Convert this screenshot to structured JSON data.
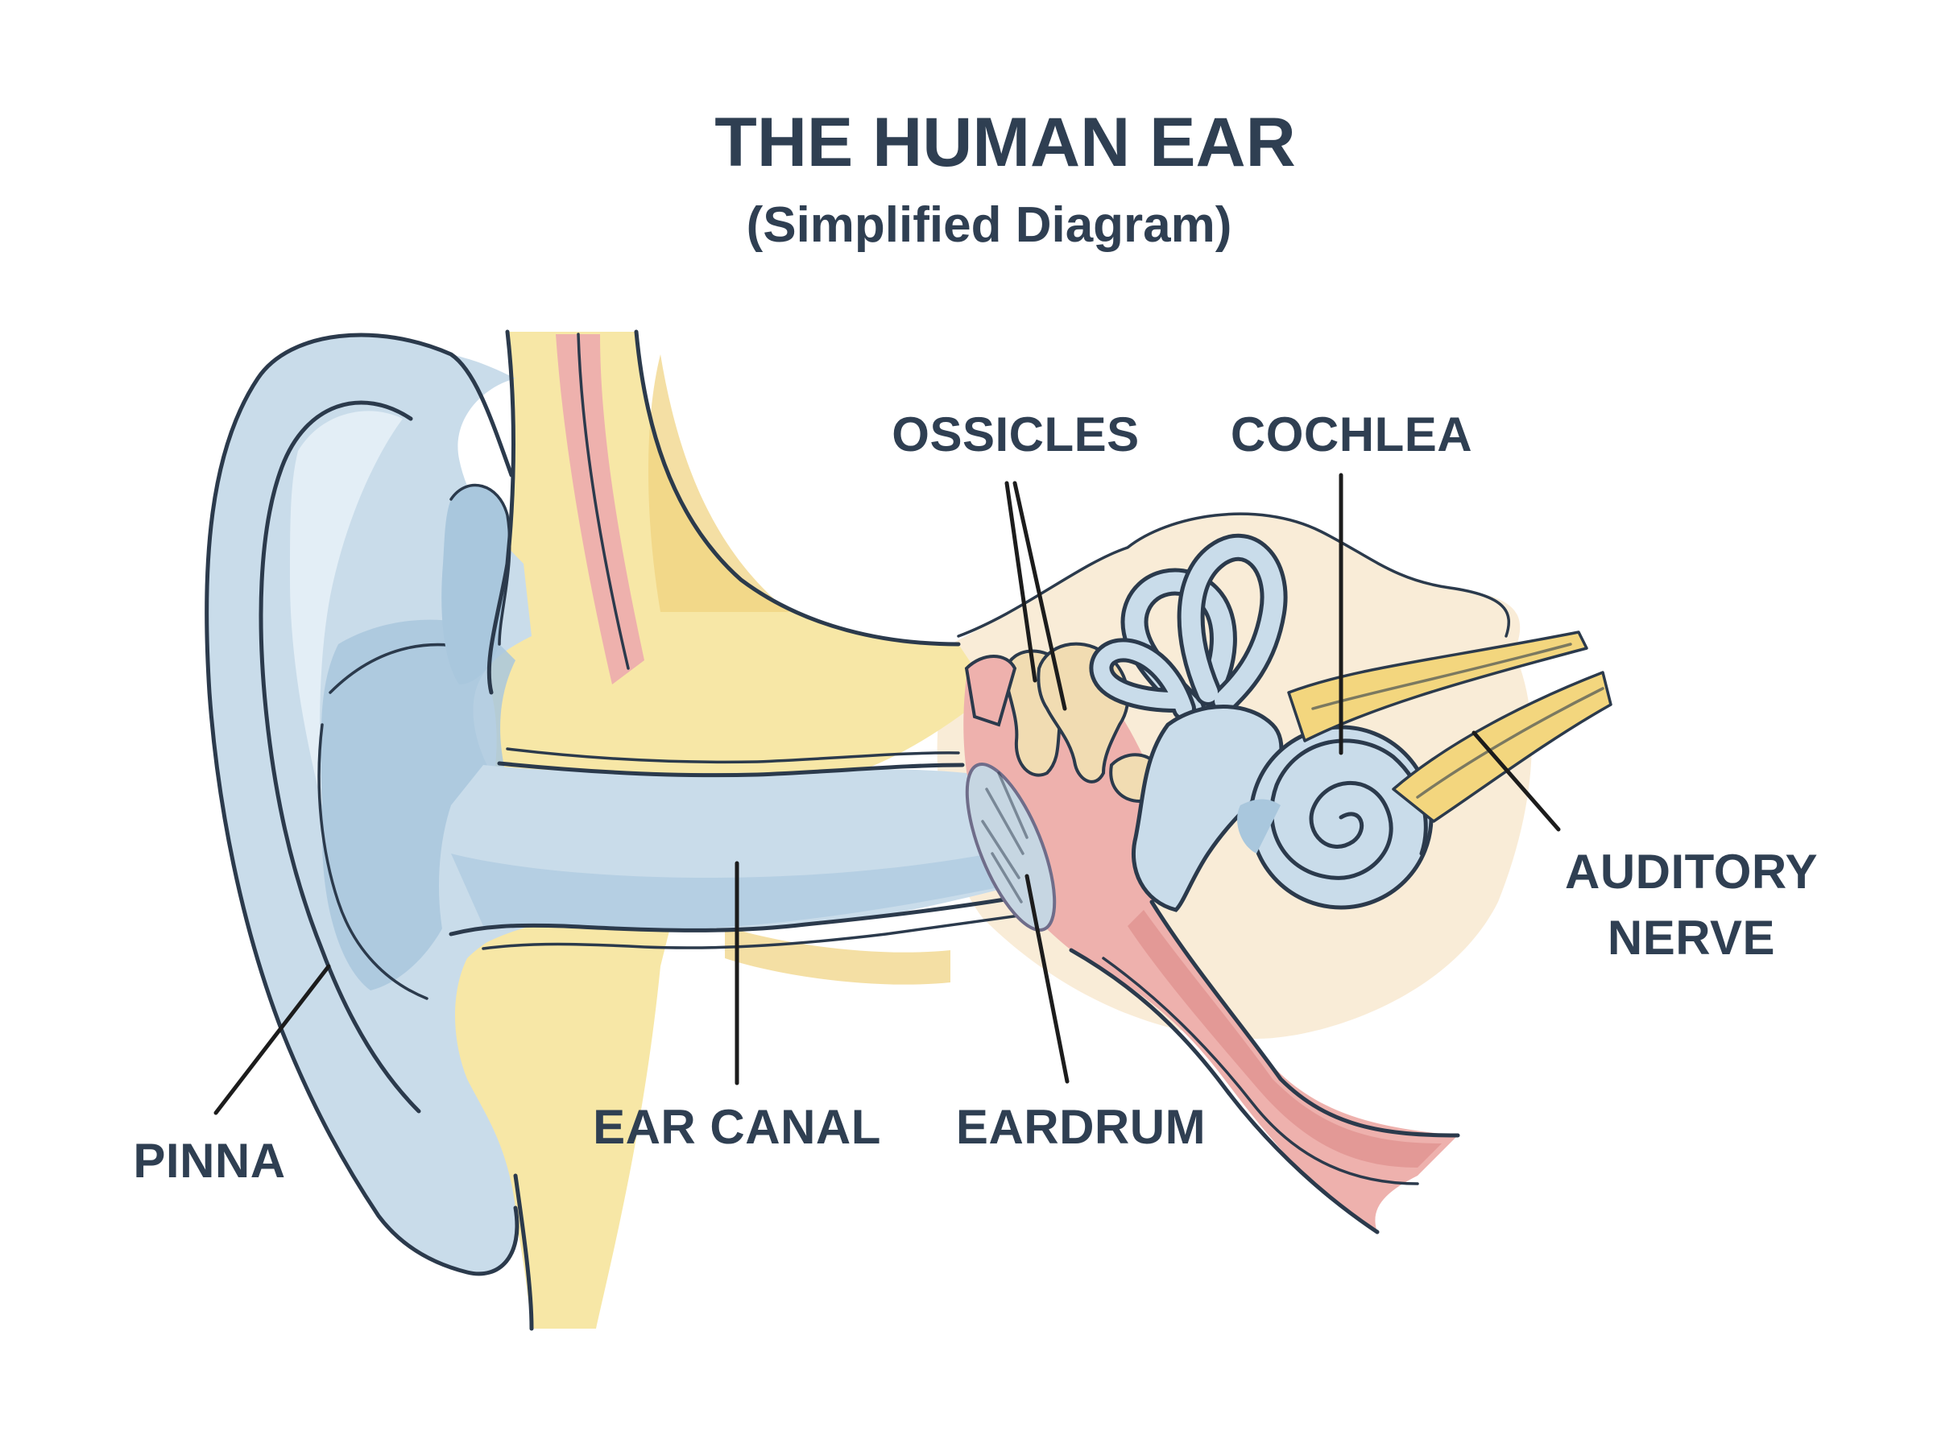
{
  "header": {
    "title": "THE HUMAN EAR",
    "subtitle": "(Simplified Diagram)"
  },
  "labels": {
    "ossicles": "OSSICLES",
    "cochlea": "COCHLEA",
    "auditory_nerve_line1": "AUDITORY",
    "auditory_nerve_line2": "NERVE",
    "pinna": "PINNA",
    "ear_canal": "EAR CANAL",
    "eardrum": "EARDRUM"
  },
  "colors": {
    "text": "#2f3f52",
    "outline": "#2b3a4c",
    "cartilage_blue": "#c9dcea",
    "cartilage_blue_dark": "#a9c7dd",
    "tissue_yellow": "#f7e7a6",
    "tissue_yellow_dark": "#f0d27e",
    "bone_cream": "#f9ecd7",
    "tissue_pink": "#eeb1ad",
    "tissue_pink_dark": "#de8f8b",
    "ossicle_cream": "#f1dcb2",
    "nerve_yellow": "#f3d67e"
  }
}
